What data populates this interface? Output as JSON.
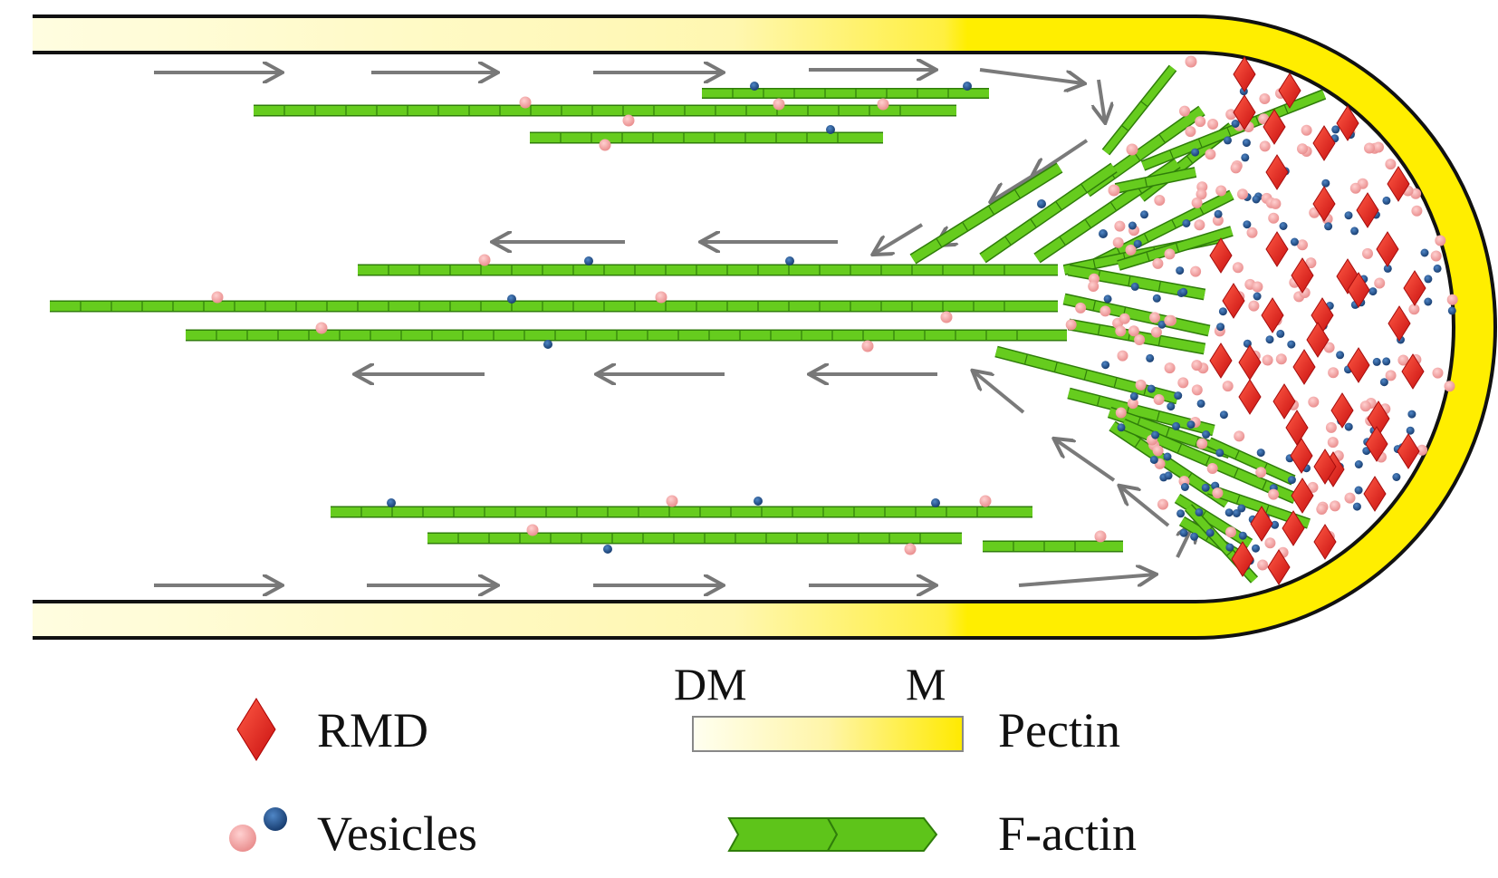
{
  "legend": {
    "rmd_label": "RMD",
    "vesicles_label": "Vesicles",
    "pectin_label": "Pectin",
    "factin_label": "F-actin",
    "pectin_dm_label": "DM",
    "pectin_m_label": "M"
  },
  "colors": {
    "wall_pale": "#fffbd0",
    "wall_yellow": "#ffef00",
    "actin": "#5ec41a",
    "actin_dark": "#2f7d0a",
    "rmd": "#e8231a",
    "vesicle_pink": "#f0a0a0",
    "vesicle_blue": "#1f4f8c",
    "arrow": "#7a7a7a"
  }
}
